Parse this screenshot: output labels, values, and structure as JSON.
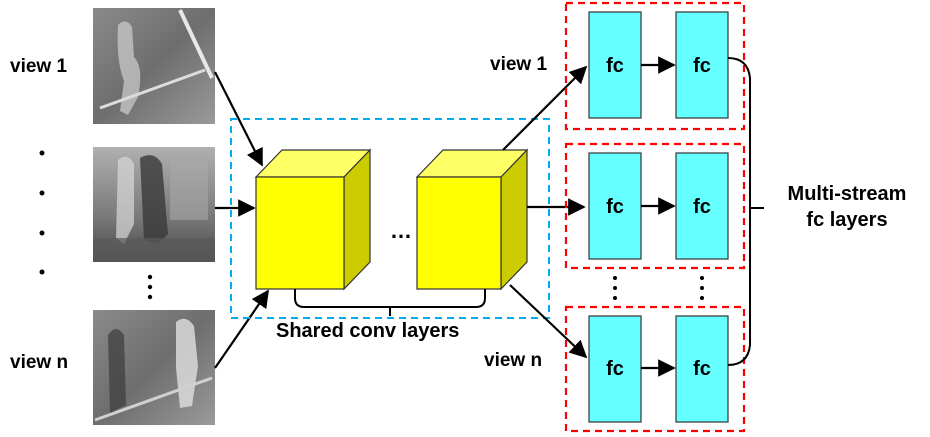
{
  "labels": {
    "view_1_left": "view 1",
    "view_n_left": "view n",
    "view_1_right": "view 1",
    "view_n_right": "view n",
    "fc": "fc",
    "ellipsis_h": "…",
    "shared_conv": "Shared conv layers",
    "multi_stream_line1": "Multi-stream",
    "multi_stream_line2": "fc layers"
  },
  "colors": {
    "cube_yellow": "#ffff00",
    "fc_cyan": "#66ffff",
    "shared_box": "#00aeef",
    "fc_group_box": "#ff0000"
  }
}
